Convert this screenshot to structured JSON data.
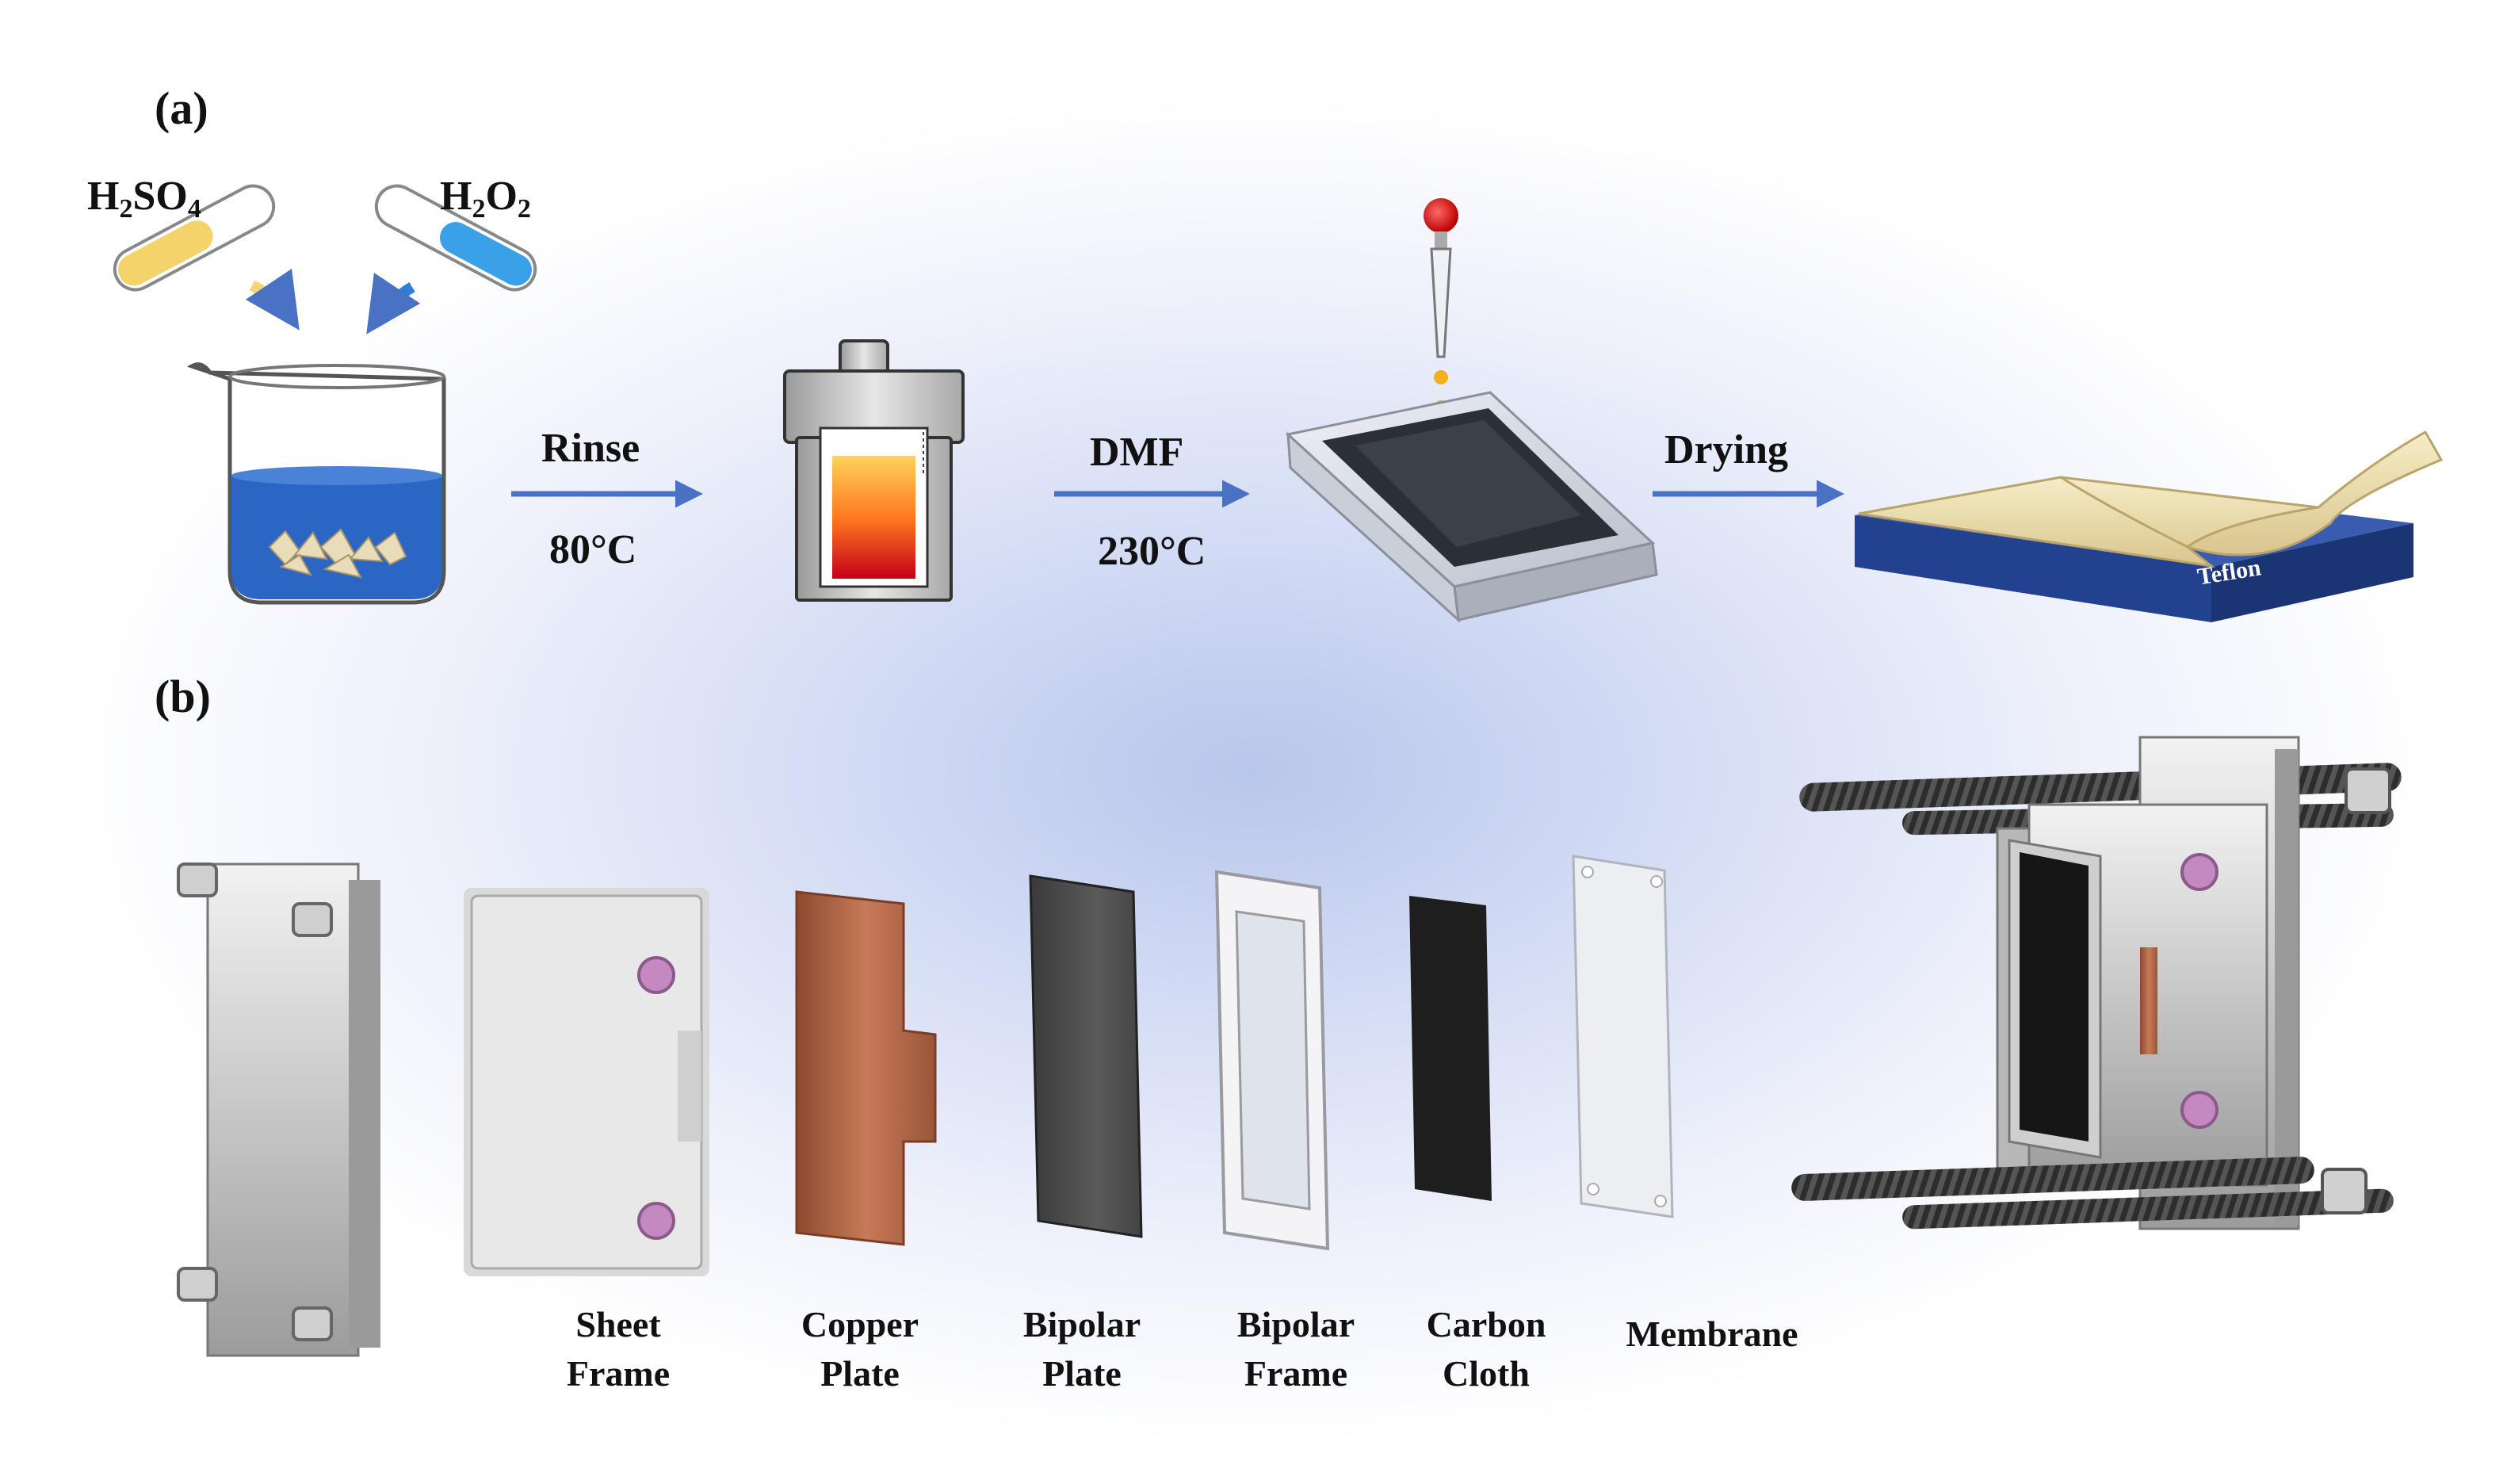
{
  "panels": {
    "a": "(a)",
    "b": "(b)"
  },
  "reagents": {
    "acid": {
      "p1": "H",
      "s1": "2",
      "p2": "SO",
      "s2": "4"
    },
    "peroxide": {
      "p1": "H",
      "s1": "2",
      "p2": "O",
      "s2": "2"
    }
  },
  "steps": {
    "rinse": {
      "label": "Rinse",
      "temp": "80°C"
    },
    "dmf": {
      "label": "DMF",
      "temp": "230°C"
    },
    "drying": {
      "label": "Drying"
    }
  },
  "teflon_label": "Teflon",
  "components": [
    {
      "line1": "Sheet",
      "line2": "Frame"
    },
    {
      "line1": "Copper",
      "line2": "Plate"
    },
    {
      "line1": "Bipolar",
      "line2": "Plate"
    },
    {
      "line1": "Bipolar",
      "line2": "Frame"
    },
    {
      "line1": "Carbon",
      "line2": "Cloth"
    },
    {
      "line1": "Membrane",
      "line2": ""
    }
  ],
  "colors": {
    "arrow": "#4a72c4",
    "acid_liquid": "#f3d36a",
    "peroxide_liquid": "#3aa0e8",
    "beaker_liquid": "#2c66c4",
    "teflon": "#22418e",
    "membrane_film": "#efe2b6",
    "copper": "#b86a4a",
    "steel": "#d4d4d4"
  }
}
